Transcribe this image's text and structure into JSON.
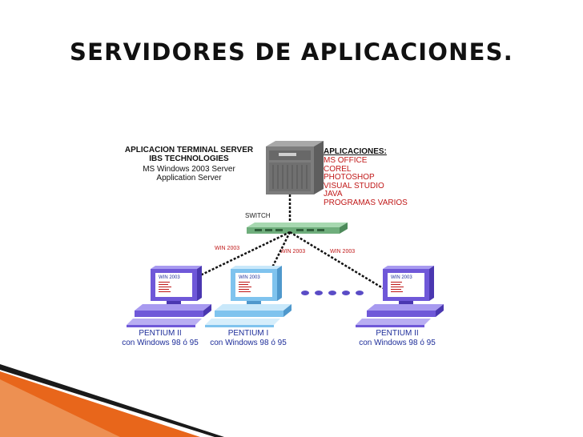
{
  "title": "SERVIDORES  DE  APLICACIONES.",
  "server": {
    "heading_line1": "APLICACION TERMINAL SERVER",
    "heading_line2": "IBS TECHNOLOGIES",
    "sub_line1": "MS Windows 2003 Server",
    "sub_line2": "Application Server"
  },
  "applications": {
    "heading": "APLICACIONES:",
    "items": [
      "MS OFFICE",
      "COREL",
      "PHOTOSHOP",
      "VISUAL STUDIO",
      "JAVA",
      "PROGRAMAS VARIOS"
    ]
  },
  "switch_label": "SWITCH",
  "links": [
    "WIN 2003",
    "WIN 2003",
    "WIN 2003"
  ],
  "clients": [
    {
      "screen": "WIN 2003",
      "name": "PENTIUM II",
      "os": "con Windows 98 ó 95",
      "color": "#6f58d8"
    },
    {
      "screen": "WIN 2003",
      "name": "PENTIUM I",
      "os": "con Windows 98 ó 95",
      "color": "#7fc3ee"
    },
    {
      "screen": "WIN 2003",
      "name": "PENTIUM II",
      "os": "con Windows 98 ó 95",
      "color": "#6f58d8"
    }
  ],
  "colors": {
    "accent_red": "#c01818",
    "label_blue": "#1e2e9a",
    "switch_green": "#6fae7c",
    "server_gray": "#7d7d7d",
    "stripe_orange": "#e8661b"
  }
}
